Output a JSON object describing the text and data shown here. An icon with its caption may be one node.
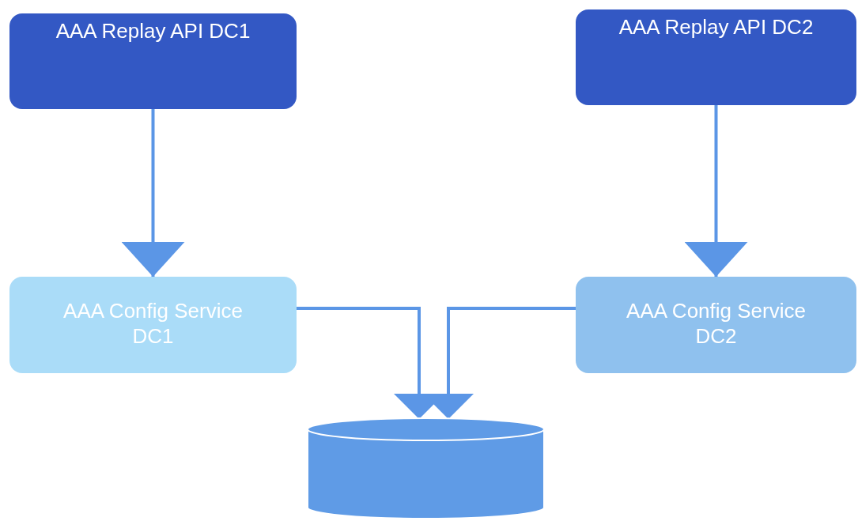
{
  "diagram": {
    "nodes": [
      {
        "text": [
          "AAA Replay API DC1"
        ]
      },
      {
        "text": [
          "AAA Replay API DC2"
        ]
      },
      {
        "text": [
          "AAA Config Service DC1"
        ]
      },
      {
        "text": [
          "AAA Config Service DC2"
        ]
      },
      {
        "text": [],
        "shape": "cylinder"
      }
    ],
    "edges": [
      {
        "from": 0,
        "to": 2,
        "arrow": "to"
      },
      {
        "from": 1,
        "to": 3,
        "arrow": "to"
      },
      {
        "from": 2,
        "to": 4,
        "arrow": "to"
      },
      {
        "from": 3,
        "to": 4,
        "arrow": "to"
      }
    ]
  }
}
